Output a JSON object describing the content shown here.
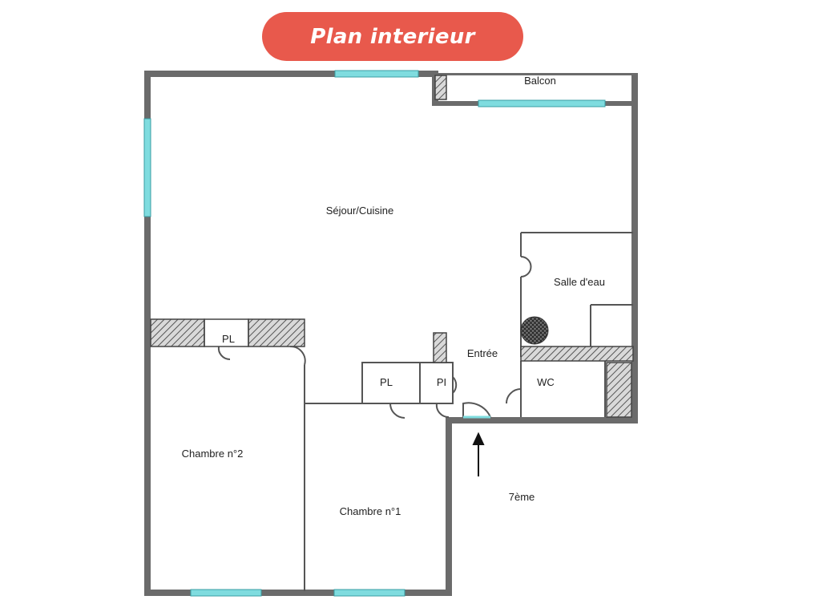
{
  "title": "Plan interieur",
  "colors": {
    "title_bg": "#e8594c",
    "wall": "#6b6b6b",
    "window": "#7fdcdf",
    "hatch": "#555555"
  },
  "rooms": {
    "sejour": "Séjour/Cuisine",
    "balcon": "Balcon",
    "salle_eau": "Salle d'eau",
    "entree": "Entrée",
    "wc": "WC",
    "pl_upper": "PL",
    "pl_middle": "PL",
    "pl_small": "PI",
    "chambre2": "Chambre n°2",
    "chambre1": "Chambre n°1",
    "floor": "7ème"
  }
}
